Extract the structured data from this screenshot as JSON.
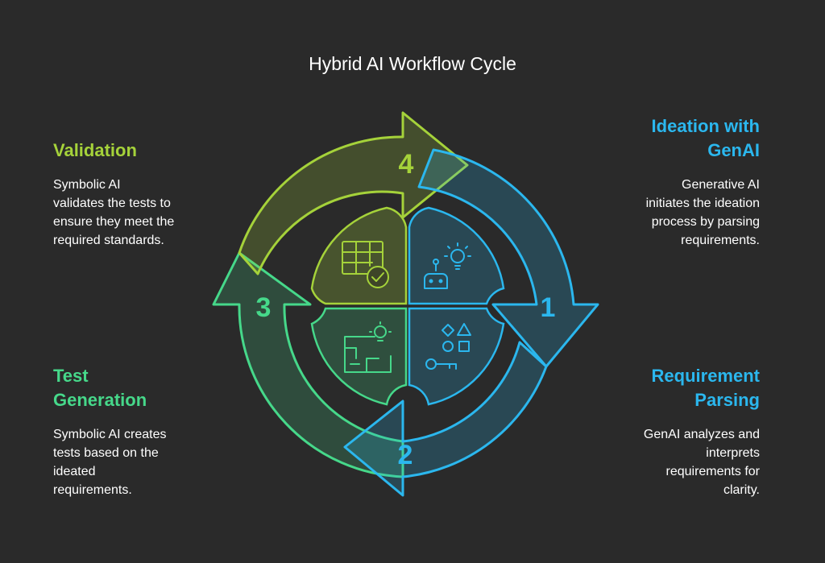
{
  "title": "Hybrid AI Workflow Cycle",
  "colors": {
    "background": "#2a2a2a",
    "step1": "#2bb7ee",
    "step2": "#2bb7ee",
    "step3": "#46d88a",
    "step4": "#a5d23a"
  },
  "steps": [
    {
      "number": "1",
      "heading": "Ideation with GenAI",
      "heading_lines": [
        "Ideation with",
        "GenAI"
      ],
      "description_lines": [
        "Generative AI",
        "initiates the ideation",
        "process by parsing",
        "requirements."
      ],
      "icon": "robot-lightbulb-icon"
    },
    {
      "number": "2",
      "heading": "Requirement Parsing",
      "heading_lines": [
        "Requirement",
        "Parsing"
      ],
      "description_lines": [
        "GenAI analyzes and",
        "interprets",
        "requirements for",
        "clarity."
      ],
      "icon": "shapes-key-icon"
    },
    {
      "number": "3",
      "heading": "Test Generation",
      "heading_lines": [
        "Test",
        "Generation"
      ],
      "description_lines": [
        "Symbolic AI creates",
        "tests based on the",
        "ideated",
        "requirements."
      ],
      "icon": "blueprint-lightbulb-icon"
    },
    {
      "number": "4",
      "heading": "Validation",
      "heading_lines": [
        "Validation"
      ],
      "description_lines": [
        "Symbolic AI",
        "validates the tests to",
        "ensure they meet the",
        "required standards."
      ],
      "icon": "table-check-icon"
    }
  ]
}
